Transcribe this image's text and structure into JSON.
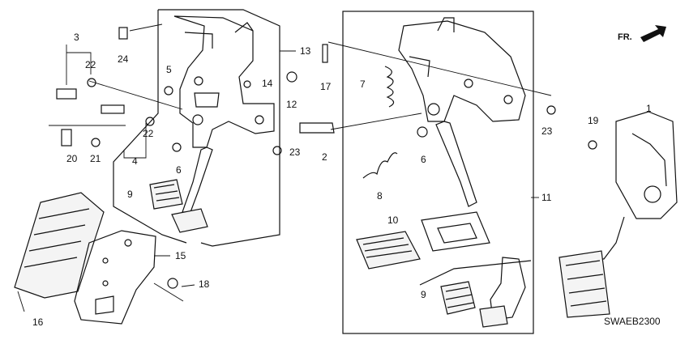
{
  "diagram": {
    "callouts": {
      "c1": "1",
      "c2": "2",
      "c3": "3",
      "c4": "4",
      "c5": "5",
      "c6a": "6",
      "c6b": "6",
      "c7": "7",
      "c8": "8",
      "c9a": "9",
      "c9b": "9",
      "c10": "10",
      "c11": "11",
      "c12": "12",
      "c13": "13",
      "c14": "14",
      "c15": "15",
      "c16": "16",
      "c17": "17",
      "c18": "18",
      "c19": "19",
      "c20": "20",
      "c21": "21",
      "c22a": "22",
      "c22b": "22",
      "c23a": "23",
      "c23b": "23",
      "c24": "24"
    },
    "direction_label": "FR.",
    "diagram_code": "SWAEB2300",
    "line_color": "#111111",
    "icons": [
      "front-direction-arrow-icon"
    ]
  }
}
